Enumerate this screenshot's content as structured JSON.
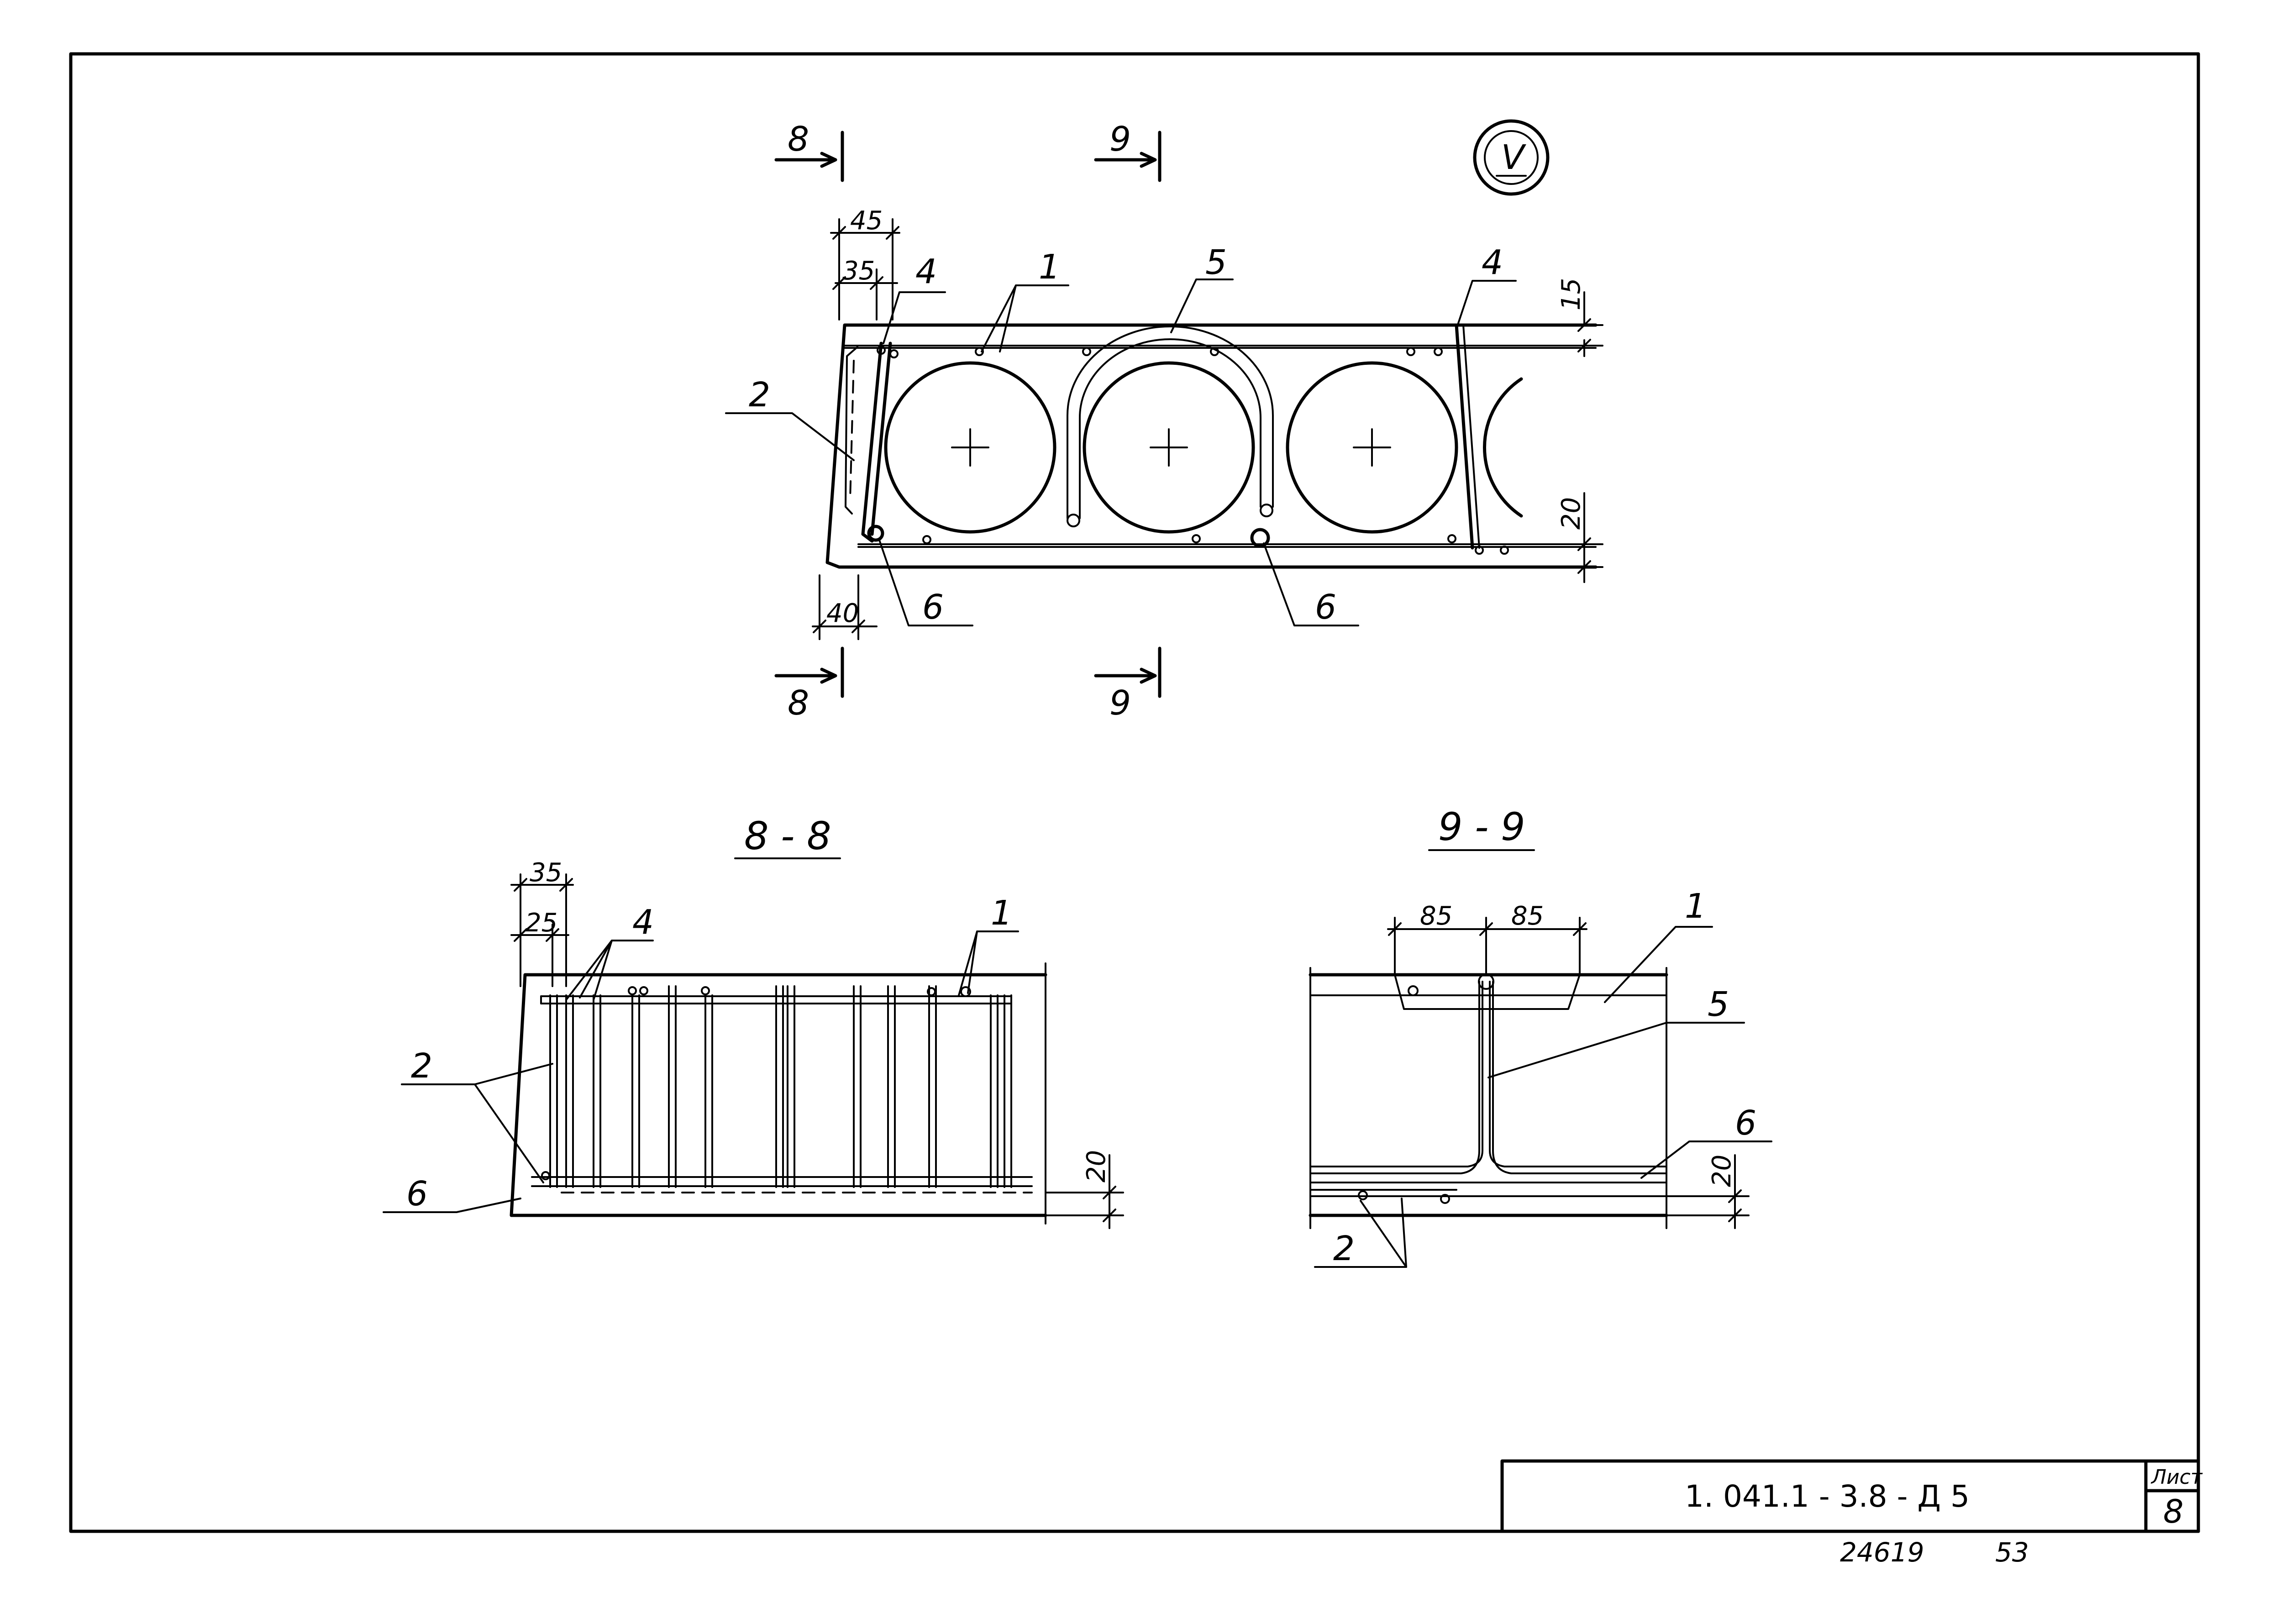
{
  "sheet": {
    "document_code": "1. 041.1 - 3.8 - Д 5",
    "sheet_label": "Лист",
    "sheet_number": "8",
    "archive_number": "24619",
    "archive_page": "53"
  },
  "main_view": {
    "detail_marker": "V",
    "section_cut_8": "8",
    "section_cut_9": "9",
    "callouts": {
      "c1": "1",
      "c2": "2",
      "c4a": "4",
      "c4b": "4",
      "c5": "5",
      "c6a": "6",
      "c6b": "6"
    },
    "dimensions": {
      "d45": "45",
      "d35": "35",
      "d40": "40",
      "d15": "15",
      "d20": "20"
    }
  },
  "section_8_8": {
    "title": "8 - 8",
    "callouts": {
      "c1": "1",
      "c2": "2",
      "c4": "4",
      "c6": "6"
    },
    "dimensions": {
      "d35": "35",
      "d25": "25",
      "d20": "20"
    }
  },
  "section_9_9": {
    "title": "9 - 9",
    "callouts": {
      "c1": "1",
      "c2": "2",
      "c5": "5",
      "c6": "6"
    },
    "dimensions": {
      "d85a": "85",
      "d85b": "85",
      "d20": "20"
    }
  }
}
